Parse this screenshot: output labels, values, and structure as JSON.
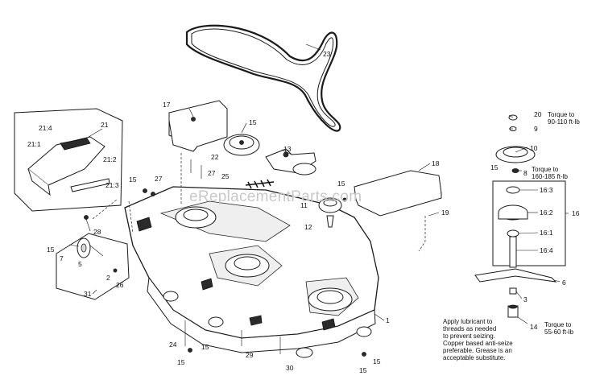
{
  "watermark": "eReplacementParts.com",
  "callouts": [
    {
      "id": "c23",
      "label": "23"
    },
    {
      "id": "c21",
      "label": "21"
    },
    {
      "id": "c21_4",
      "label": "21:4"
    },
    {
      "id": "c21_1",
      "label": "21:1"
    },
    {
      "id": "c21_2",
      "label": "21:2"
    },
    {
      "id": "c21_3",
      "label": "21:3"
    },
    {
      "id": "c17",
      "label": "17"
    },
    {
      "id": "c15a",
      "label": "15"
    },
    {
      "id": "c22",
      "label": "22"
    },
    {
      "id": "c13",
      "label": "13"
    },
    {
      "id": "c25",
      "label": "25"
    },
    {
      "id": "c27a",
      "label": "27"
    },
    {
      "id": "c27b",
      "label": "27"
    },
    {
      "id": "c15b",
      "label": "15"
    },
    {
      "id": "c18",
      "label": "18"
    },
    {
      "id": "c15c",
      "label": "15"
    },
    {
      "id": "c11",
      "label": "11"
    },
    {
      "id": "c12",
      "label": "12"
    },
    {
      "id": "c19",
      "label": "19"
    },
    {
      "id": "c28",
      "label": "28"
    },
    {
      "id": "c15d",
      "label": "15"
    },
    {
      "id": "c7",
      "label": "7"
    },
    {
      "id": "c5",
      "label": "5"
    },
    {
      "id": "c2",
      "label": "2"
    },
    {
      "id": "c26",
      "label": "26"
    },
    {
      "id": "c31",
      "label": "31"
    },
    {
      "id": "c24",
      "label": "24"
    },
    {
      "id": "c15e",
      "label": "15"
    },
    {
      "id": "c15f",
      "label": "15"
    },
    {
      "id": "c29",
      "label": "29"
    },
    {
      "id": "c30",
      "label": "30"
    },
    {
      "id": "c15g",
      "label": "15"
    },
    {
      "id": "c15h",
      "label": "15"
    },
    {
      "id": "c1",
      "label": "1"
    },
    {
      "id": "c20",
      "label": "20"
    },
    {
      "id": "c9",
      "label": "9"
    },
    {
      "id": "c10",
      "label": "10"
    },
    {
      "id": "c15i",
      "label": "15"
    },
    {
      "id": "c8",
      "label": "8"
    },
    {
      "id": "c16_3",
      "label": "16:3"
    },
    {
      "id": "c16_2",
      "label": "16:2"
    },
    {
      "id": "c16_1",
      "label": "16:1"
    },
    {
      "id": "c16_4",
      "label": "16:4"
    },
    {
      "id": "c16",
      "label": "16"
    },
    {
      "id": "c6",
      "label": "6"
    },
    {
      "id": "c3",
      "label": "3"
    },
    {
      "id": "c14",
      "label": "14"
    }
  ],
  "notes": {
    "torque_top": [
      "Torque to",
      "90-110 ft-lb"
    ],
    "torque_mid": [
      "Torque to",
      "160-185 ft-lb"
    ],
    "torque_bottom": [
      "Torque to",
      "55-60 ft-lb"
    ],
    "lubricant": [
      "Apply lubricant to",
      "threads as needed",
      "to prevent seizing.",
      "Copper based anti-seize",
      "preferable. Grease is an",
      "acceptable substitute."
    ]
  }
}
